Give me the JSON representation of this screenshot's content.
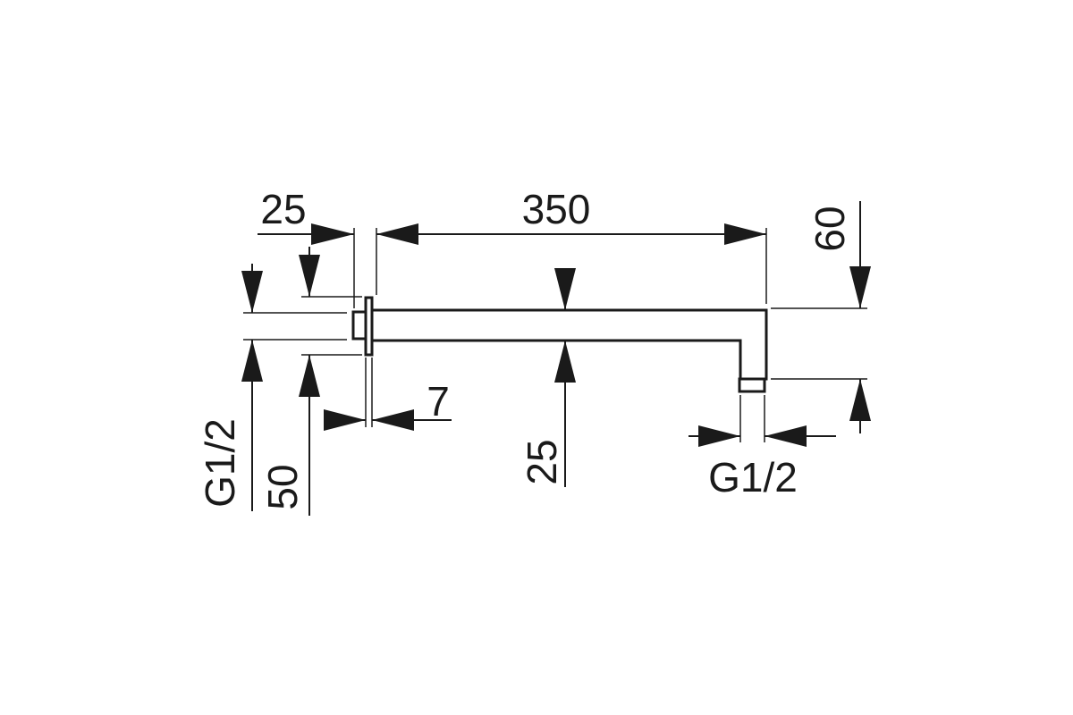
{
  "dimensions": {
    "flange_depth": "25",
    "arm_length": "350",
    "drop_height": "60",
    "flange_thickness": "7",
    "arm_thickness": "25",
    "inlet_thread": "G1/2",
    "flange_height": "50",
    "outlet_thread": "G1/2"
  },
  "colors": {
    "ink": "#1a1a1a",
    "background": "#ffffff"
  }
}
